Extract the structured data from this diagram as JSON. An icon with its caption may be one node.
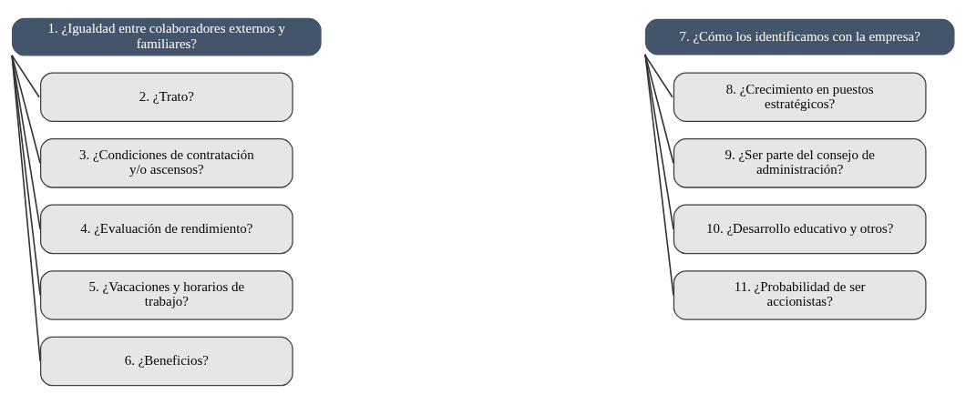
{
  "diagram": {
    "nodes": [
      {
        "text": [
          "1. ¿Igualdad entre colaboradores externos y familiares?"
        ]
      },
      {
        "text": [
          "2. ¿Trato?"
        ]
      },
      {
        "text": [
          "3. ¿Condiciones de contratación y/o ascensos?"
        ]
      },
      {
        "text": [
          "4. ¿Evaluación de rendimiento?"
        ]
      },
      {
        "text": [
          "5. ¿Vacaciones y horarios de trabajo?"
        ]
      },
      {
        "text": [
          "6. ¿Beneficios?"
        ]
      },
      {
        "text": [
          "7. ¿Cómo los identificamos con la empresa?"
        ]
      },
      {
        "text": [
          "8. ¿Crecimiento en puestos estratégicos?"
        ]
      },
      {
        "text": [
          "9. ¿Ser parte del consejo de administración?"
        ]
      },
      {
        "text": [
          "10. ¿Desarrollo educativo y otros?"
        ]
      },
      {
        "text": [
          "11. ¿Probabilidad de ser accionistas?"
        ]
      }
    ],
    "edges": [
      {
        "from": 0,
        "to": 1,
        "arrow": "none"
      },
      {
        "from": 0,
        "to": 2,
        "arrow": "none"
      },
      {
        "from": 0,
        "to": 3,
        "arrow": "none"
      },
      {
        "from": 0,
        "to": 4,
        "arrow": "none"
      },
      {
        "from": 0,
        "to": 5,
        "arrow": "none"
      },
      {
        "from": 6,
        "to": 7,
        "arrow": "none"
      },
      {
        "from": 6,
        "to": 8,
        "arrow": "none"
      },
      {
        "from": 6,
        "to": 9,
        "arrow": "none"
      },
      {
        "from": 6,
        "to": 10,
        "arrow": "none"
      }
    ]
  }
}
